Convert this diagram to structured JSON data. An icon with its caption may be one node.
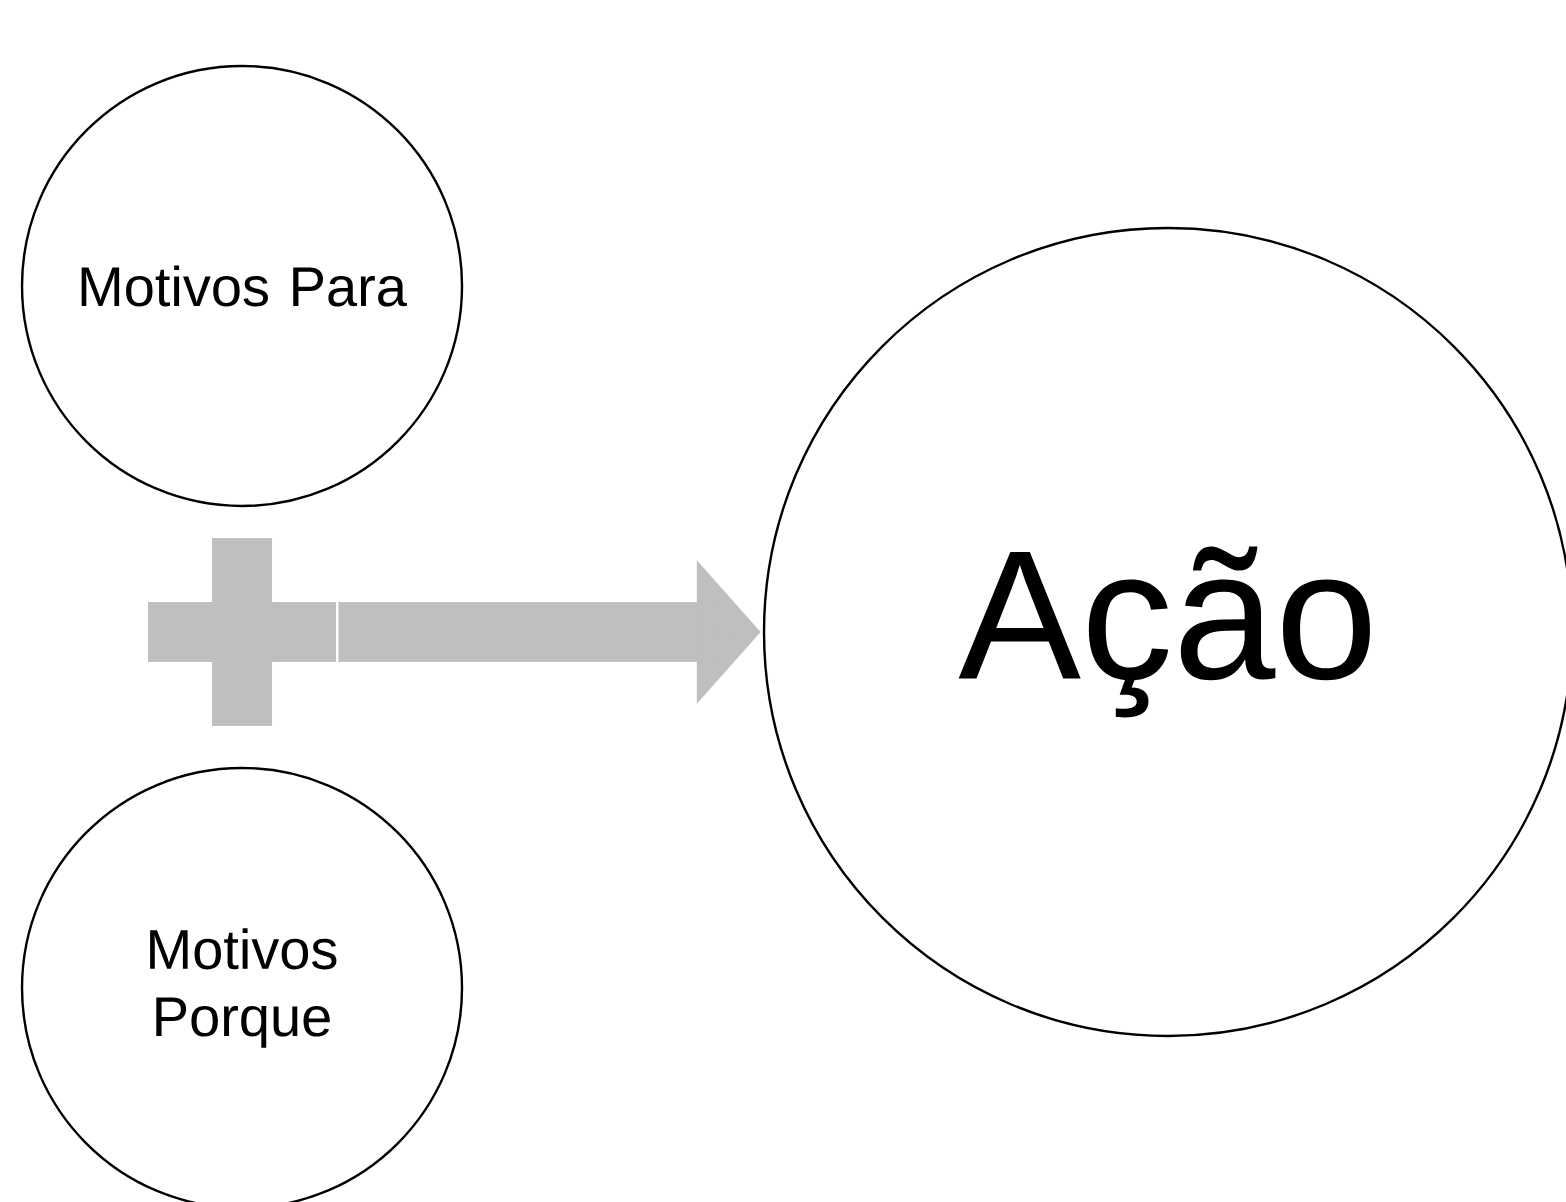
{
  "diagram": {
    "nodes": [
      {
        "text": [
          "Motivos Para"
        ]
      },
      {
        "text": [],
        "shape": "cross"
      },
      {
        "text": [
          "Motivos Porque"
        ]
      },
      {
        "text": [
          "Ação"
        ]
      }
    ],
    "edges": [
      {
        "from": 1,
        "to": 3,
        "arrow": "to"
      }
    ]
  }
}
